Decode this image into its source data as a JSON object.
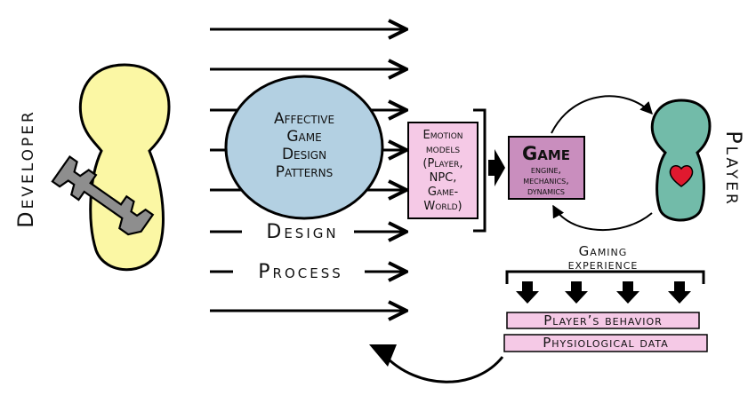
{
  "developer_label": "Developer",
  "player_label": "Player",
  "patterns": {
    "lines": [
      "Affective",
      "Game",
      "Design",
      "Patterns"
    ]
  },
  "process": {
    "design": "Design",
    "process": "Process"
  },
  "emotion_models": {
    "lines": [
      "Emotion",
      "models",
      "(Player,",
      "NPC,",
      "Game-",
      "World)"
    ]
  },
  "game": {
    "title": "Game",
    "lines": [
      "engine,",
      "mechanics,",
      "dynamics"
    ]
  },
  "gaming_experience": {
    "lines": [
      "Gaming",
      "experience"
    ]
  },
  "outputs": {
    "behavior": "Player’s behavior",
    "physio": "Physiological data"
  },
  "icons": [
    "wrench-icon",
    "heart-icon"
  ],
  "colors": {
    "developer": "#fbf7a4",
    "patterns": "#b3d0e2",
    "emotion_box": "#f5c9e6",
    "game_box": "#c98ebe",
    "player": "#72bba9",
    "heart": "#e0192f",
    "wrench": "#8e8e8e"
  }
}
